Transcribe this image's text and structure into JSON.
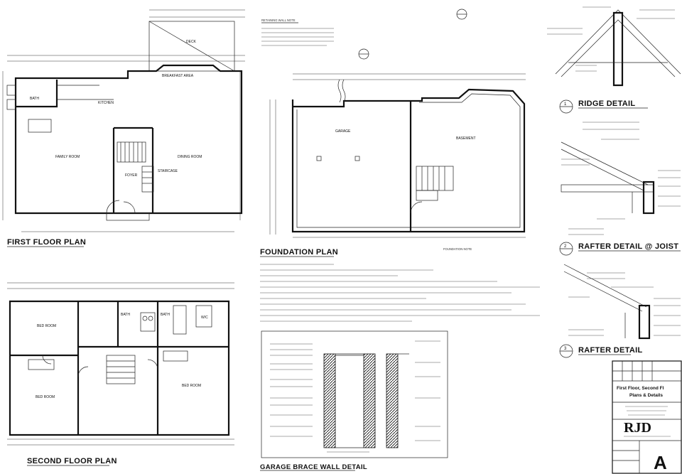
{
  "sheet": {
    "first_floor": {
      "title": "FIRST FLOOR PLAN",
      "rooms": [
        "DECK",
        "KITCHEN",
        "BREAKFAST AREA",
        "BATH",
        "FAMILY ROOM",
        "DINING ROOM",
        "FOYER",
        "STAIRCASE"
      ]
    },
    "second_floor": {
      "title": "SECOND FLOOR PLAN",
      "rooms": [
        "BED ROOM",
        "BATH",
        "BATH",
        "BED ROOM",
        "BED ROOM",
        "W/C"
      ]
    },
    "foundation": {
      "title": "FOUNDATION PLAN",
      "retaining_note": "RETAINING WALL NOTE",
      "rooms": [
        "GARAGE",
        "BASEMENT"
      ],
      "note_label": "FOUNDATION NOTE"
    },
    "garage_detail": {
      "title": "GARAGE BRACE WALL DETAIL"
    },
    "details": {
      "ridge": {
        "number": "1",
        "title": "RIDGE DETAIL"
      },
      "rafter_joist": {
        "number": "2",
        "title": "RAFTER DETAIL @ JOIST"
      },
      "rafter": {
        "number": "3",
        "title": "RAFTER DETAIL"
      }
    },
    "title_block": {
      "sheet_name": "First Floor, Second Fl",
      "sheet_sub": "Plans & Details",
      "firm": "RJD",
      "sheet_number": "A"
    }
  }
}
